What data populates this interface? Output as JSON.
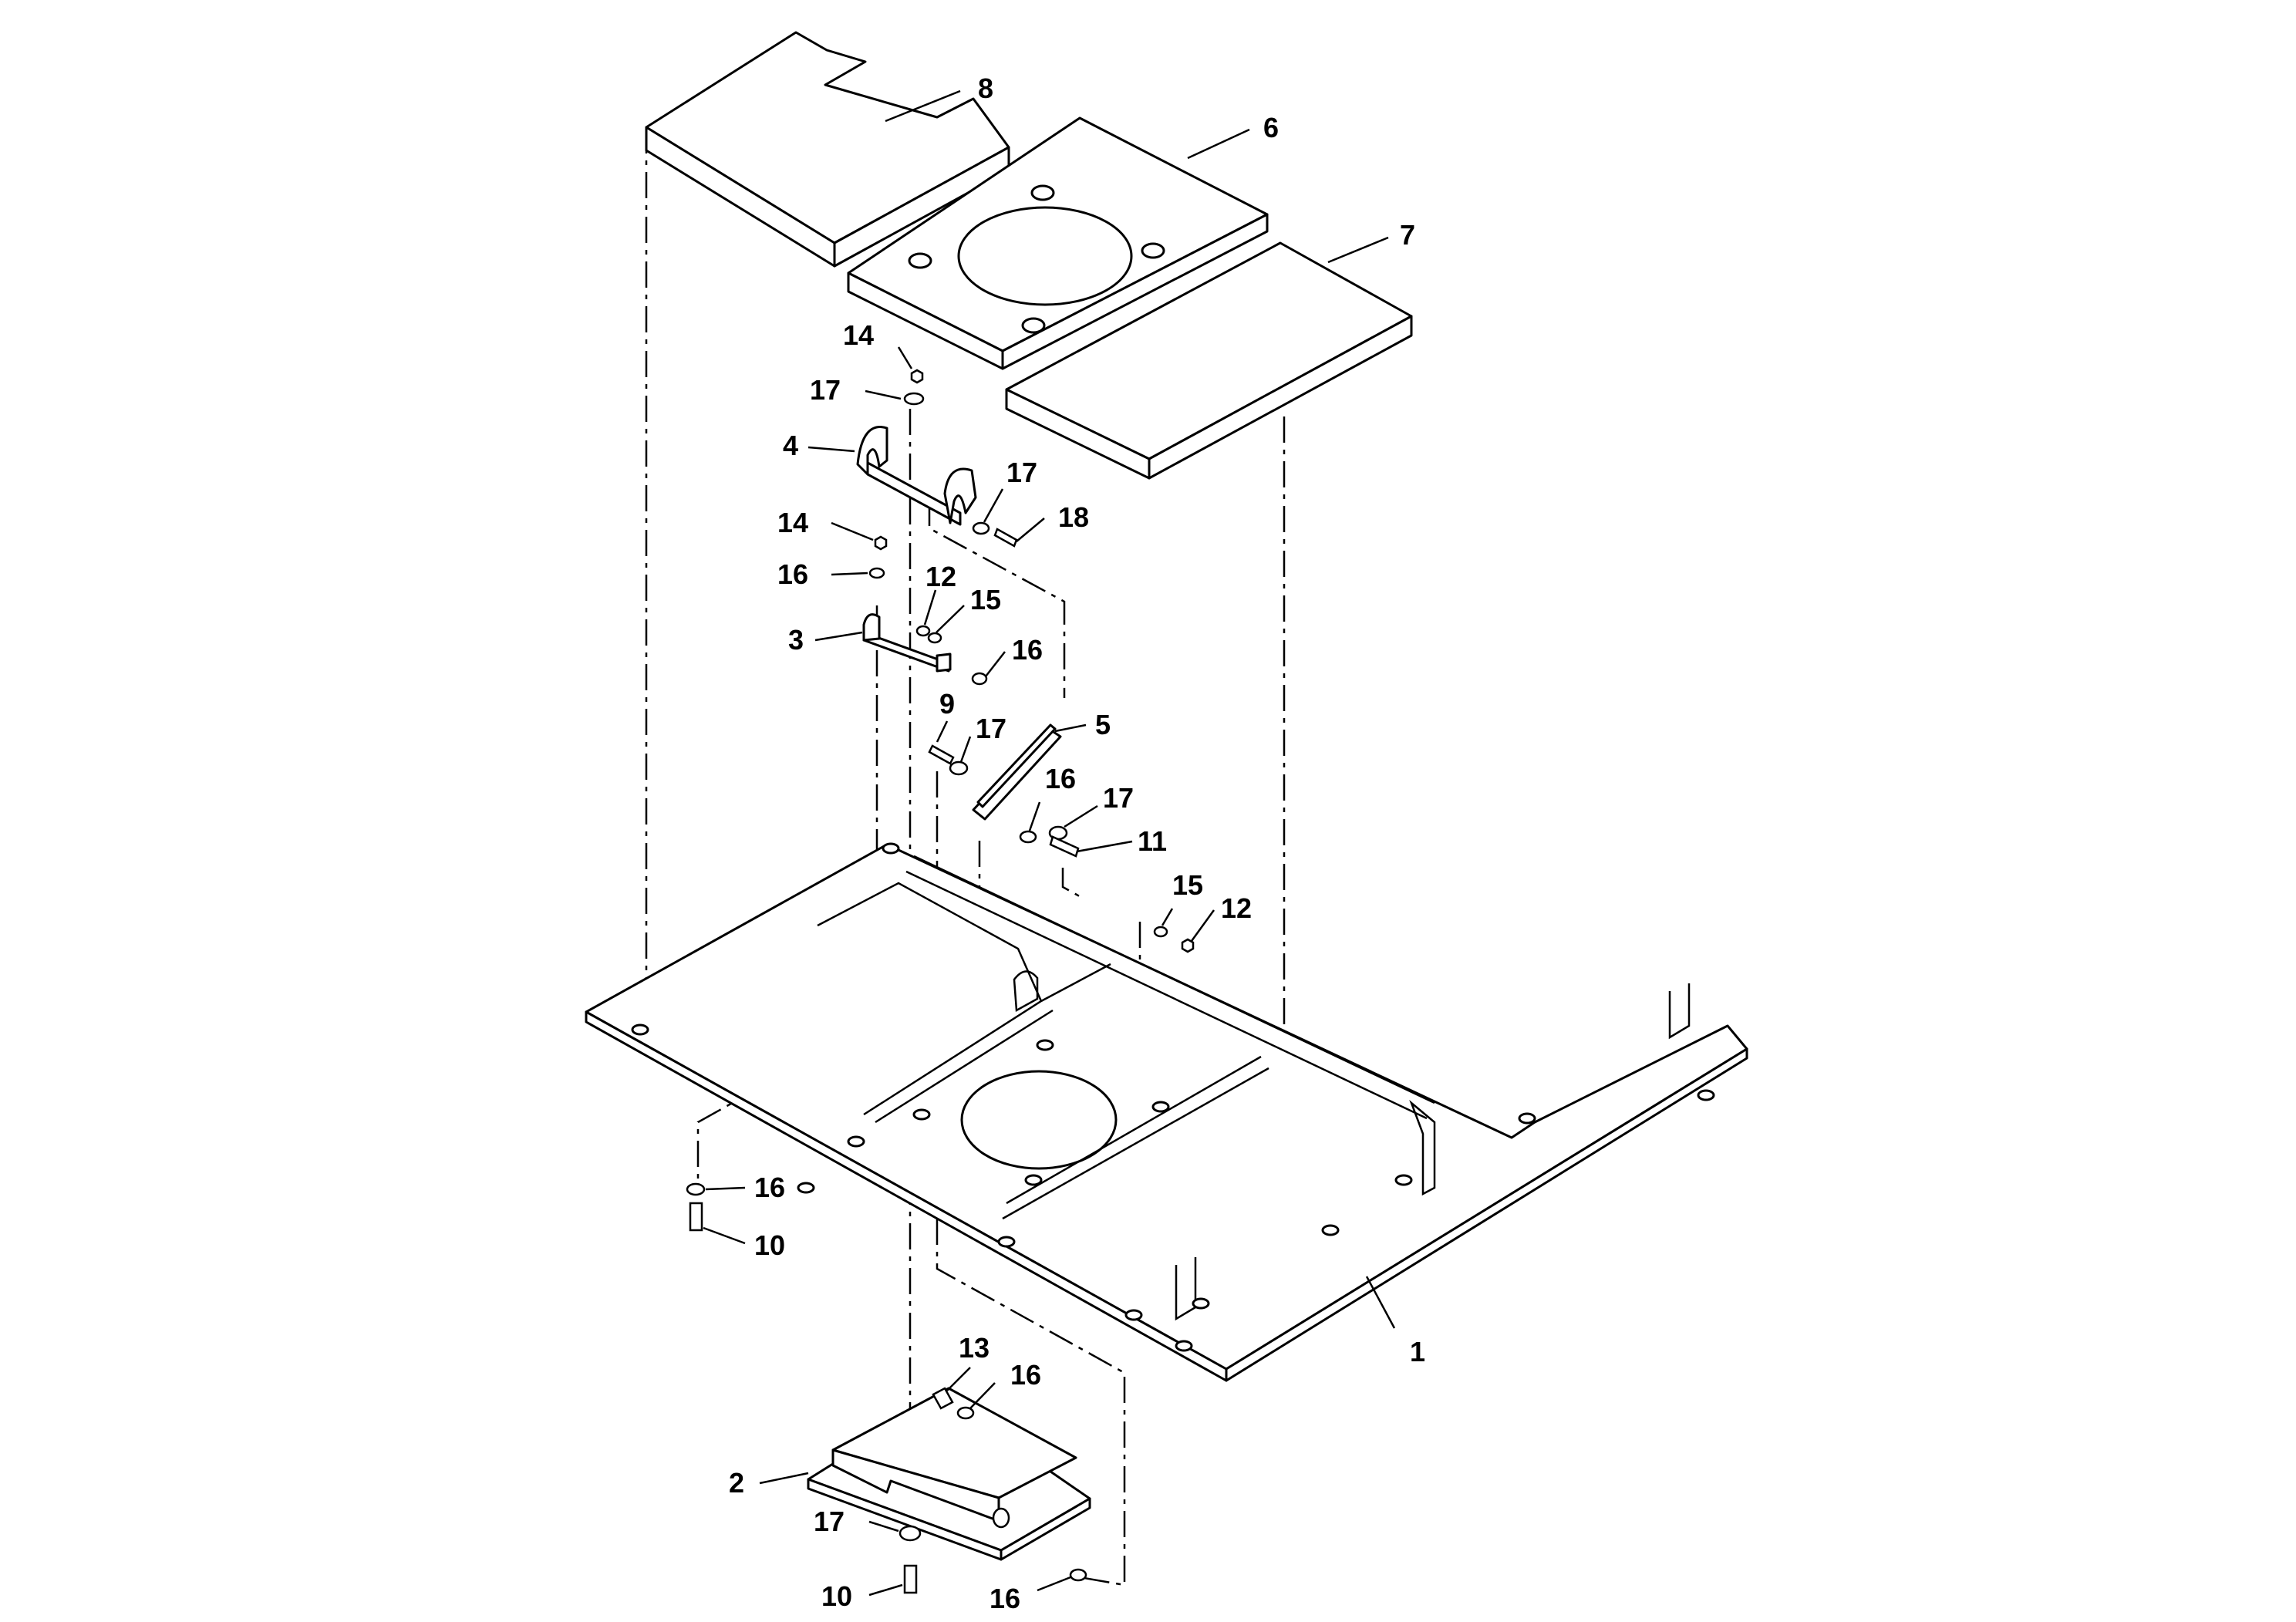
{
  "diagram": {
    "callouts": [
      {
        "id": "c8",
        "label": "8"
      },
      {
        "id": "c6",
        "label": "6"
      },
      {
        "id": "c7",
        "label": "7"
      },
      {
        "id": "c14a",
        "label": "14"
      },
      {
        "id": "c17a",
        "label": "17"
      },
      {
        "id": "c4",
        "label": "4"
      },
      {
        "id": "c17b",
        "label": "17"
      },
      {
        "id": "c18",
        "label": "18"
      },
      {
        "id": "c14b",
        "label": "14"
      },
      {
        "id": "c16a",
        "label": "16"
      },
      {
        "id": "c12a",
        "label": "12"
      },
      {
        "id": "c15a",
        "label": "15"
      },
      {
        "id": "c3",
        "label": "3"
      },
      {
        "id": "c16b",
        "label": "16"
      },
      {
        "id": "c9",
        "label": "9"
      },
      {
        "id": "c17c",
        "label": "17"
      },
      {
        "id": "c5",
        "label": "5"
      },
      {
        "id": "c16c",
        "label": "16"
      },
      {
        "id": "c17d",
        "label": "17"
      },
      {
        "id": "c11",
        "label": "11"
      },
      {
        "id": "c15b",
        "label": "15"
      },
      {
        "id": "c12b",
        "label": "12"
      },
      {
        "id": "c16d",
        "label": "16"
      },
      {
        "id": "c10a",
        "label": "10"
      },
      {
        "id": "c1",
        "label": "1"
      },
      {
        "id": "c13",
        "label": "13"
      },
      {
        "id": "c16e",
        "label": "16"
      },
      {
        "id": "c2",
        "label": "2"
      },
      {
        "id": "c17e",
        "label": "17"
      },
      {
        "id": "c10b",
        "label": "10"
      },
      {
        "id": "c16f",
        "label": "16"
      }
    ]
  }
}
